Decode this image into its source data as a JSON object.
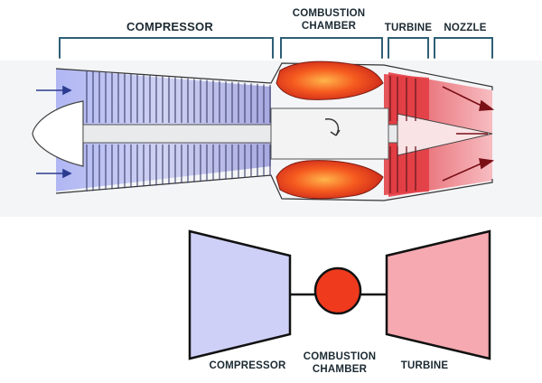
{
  "engine": {
    "sections": [
      {
        "id": "compressor",
        "line1": "COMPRESSOR",
        "line2": ""
      },
      {
        "id": "combustion",
        "line1": "COMBUSTION",
        "line2": "CHAMBER"
      },
      {
        "id": "turbine",
        "line1": "TURBINE",
        "line2": ""
      },
      {
        "id": "nozzle",
        "line1": "NOZZLE",
        "line2": ""
      }
    ],
    "colors": {
      "bracket": "#2e5f75",
      "compressor": "#8b8fe6",
      "combustion": "#ef3a1e",
      "turbine": "#ee4d55"
    }
  },
  "schematic": {
    "compressor_label": "COMPRESSOR",
    "combustion_label_1": "COMBUSTION",
    "combustion_label_2": "CHAMBER",
    "turbine_label": "TURBINE",
    "colors": {
      "compressor_fill": "#cfd0f7",
      "turbine_fill": "#f6a9b0",
      "burner_fill": "#ef3a1e",
      "stroke": "#111111"
    }
  }
}
